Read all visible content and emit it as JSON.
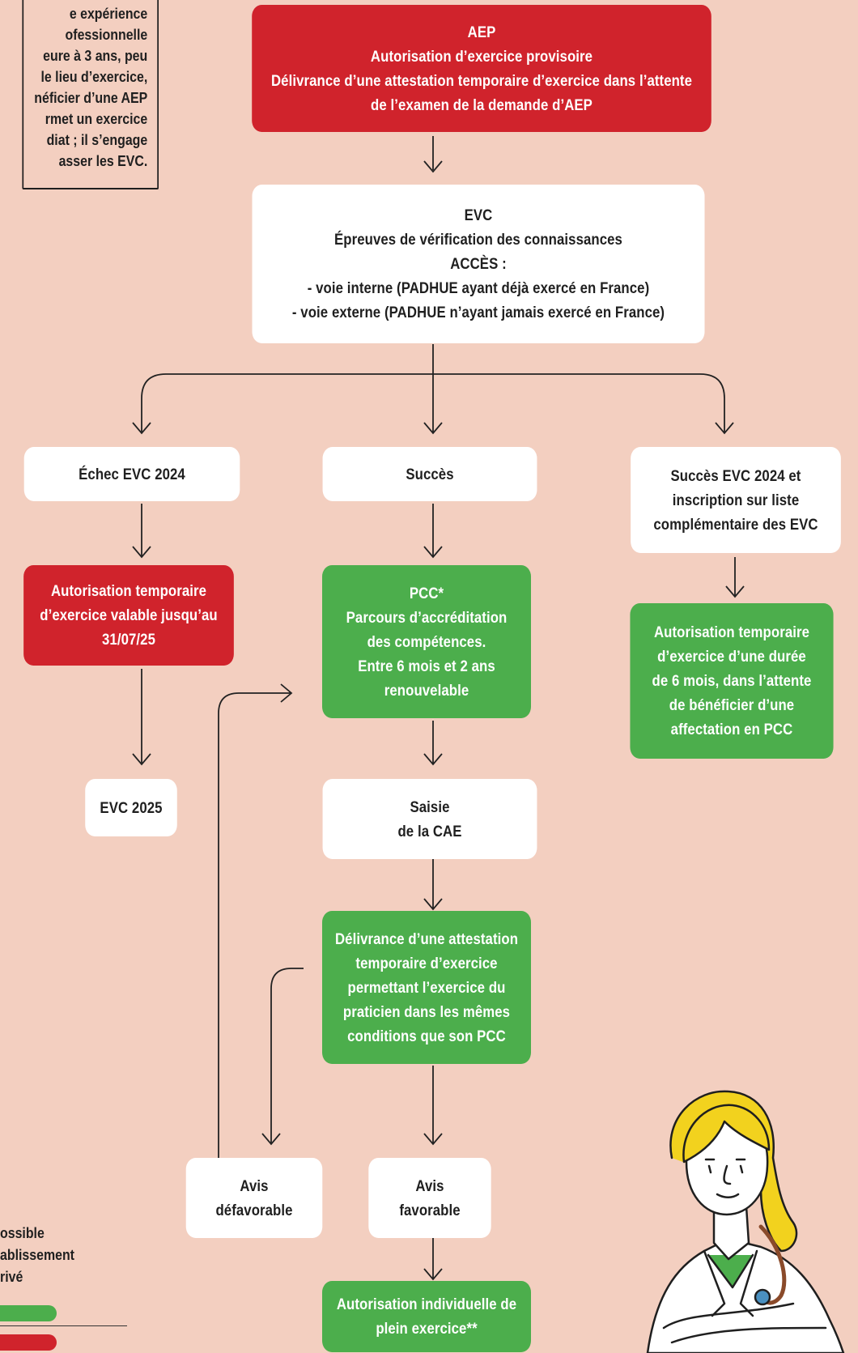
{
  "note": {
    "text": "e expérience\nofessionnelle\neure à 3 ans, peu\nle lieu d’exercice,\nnéficier d’une AEP\nrmet un exercice\ndiat ; il s’engage\nasser les EVC."
  },
  "boxes": {
    "aep": "AEP\nAutorisation d’exercice provisoire\nDélivrance d’une attestation temporaire d’exercice dans l’attente\nde l’examen de la demande d’AEP",
    "evc": "EVC\nÉpreuves de vérification des connaissances\nACCÈS :\n- voie interne (PADHUE ayant déjà exercé en France)\n- voie externe (PADHUE n’ayant jamais exercé en France)",
    "echec": "Échec EVC 2024",
    "succes": "Succès",
    "succes_liste": "Succès EVC 2024 et\ninscription sur liste\ncomplémentaire des EVC",
    "autorisation_temp": "Autorisation temporaire\nd’exercice valable jusqu’au\n31/07/25",
    "pcc": "PCC*\nParcours d’accréditation\ndes compétences.\nEntre 6 mois et 2 ans\nrenouvelable",
    "autorisation_6mois": "Autorisation temporaire\nd’exercice d’une durée\nde 6 mois, dans l’attente\nde bénéficier d’une\naffectation en PCC",
    "evc2025": "EVC 2025",
    "saisie": "Saisie\nde la CAE",
    "delivrance": "Délivrance d’une attestation\ntemporaire d’exercice\npermettant l’exercice du\npraticien dans les mêmes\nconditions que son PCC",
    "avis_defavorable": "Avis\ndéfavorable",
    "avis_favorable": "Avis\nfavorable",
    "plein_exercice": "Autorisation individuelle de\nplein exercice**"
  },
  "legend": {
    "text": "ossible\nablissement\nrivé"
  },
  "colors": {
    "background": "#f3cfc0",
    "red": "#d0232c",
    "green": "#4cae4c",
    "white": "#ffffff"
  }
}
